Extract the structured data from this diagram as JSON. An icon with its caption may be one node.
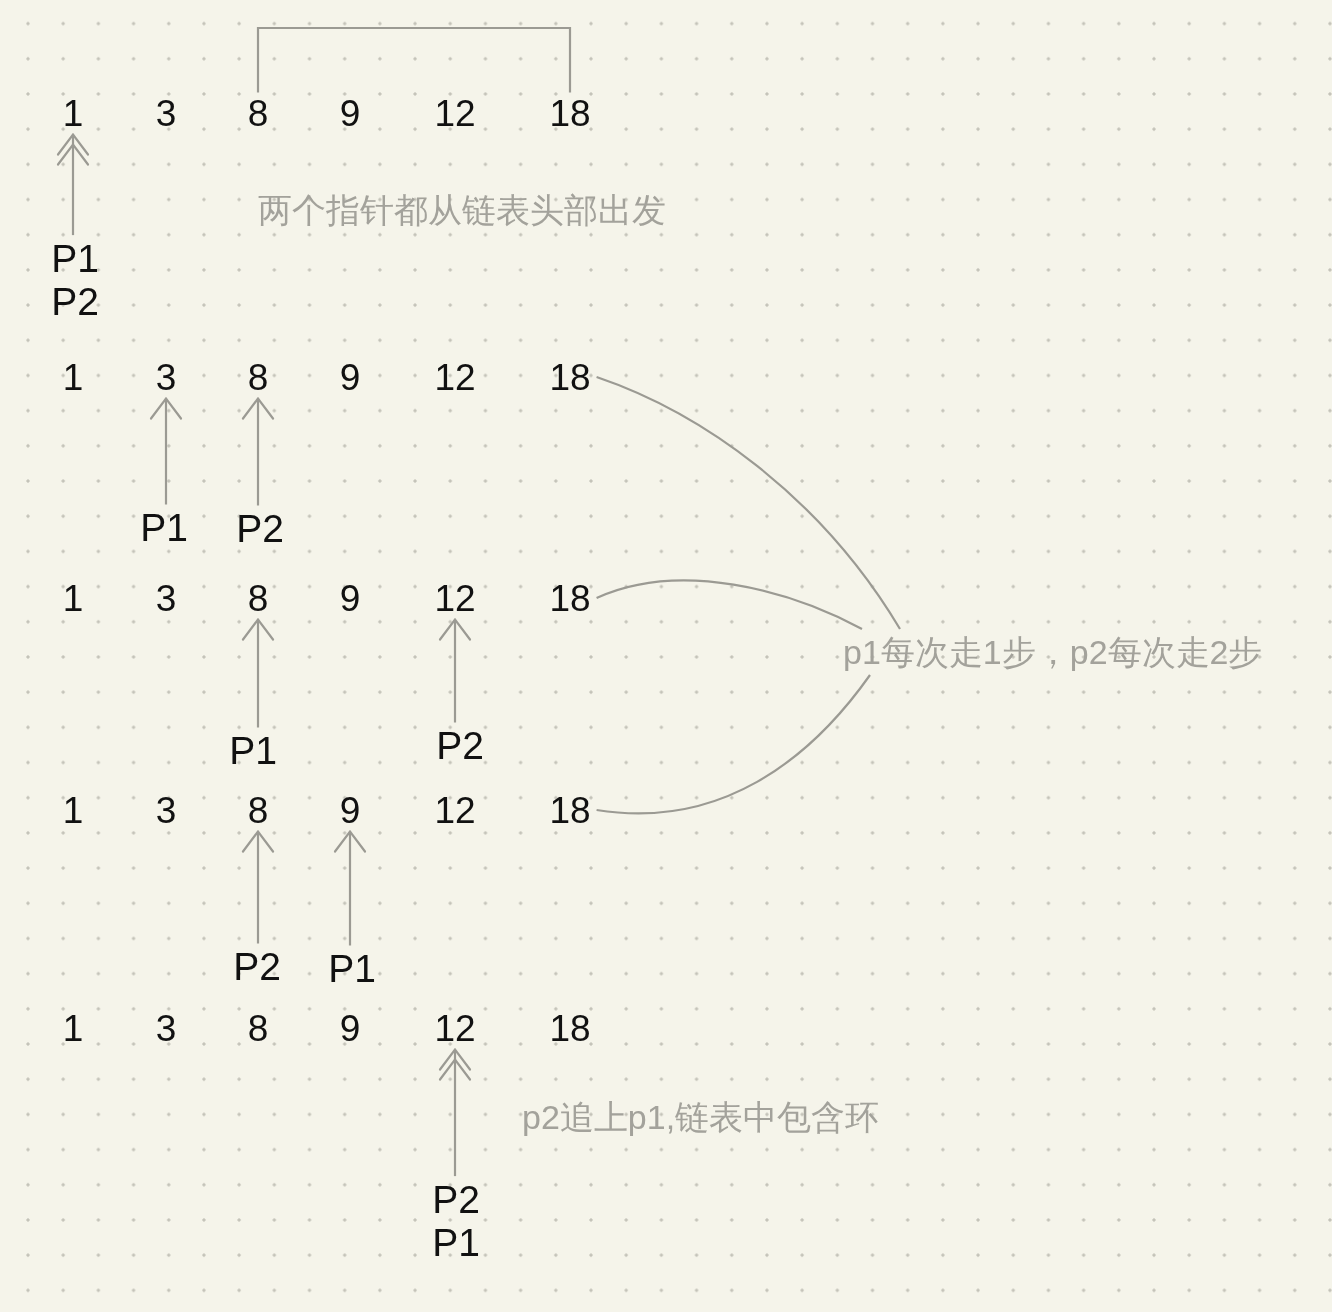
{
  "diagram": {
    "nodes": [
      {
        "text": [
          "1"
        ]
      },
      {
        "text": [
          "3"
        ]
      },
      {
        "text": [
          "8"
        ]
      },
      {
        "text": [
          "9"
        ]
      },
      {
        "text": [
          "12"
        ]
      },
      {
        "text": [
          "18"
        ]
      },
      {
        "text": [
          "P1",
          "P2"
        ]
      },
      {
        "text": [
          "1"
        ]
      },
      {
        "text": [
          "3"
        ]
      },
      {
        "text": [
          "8"
        ]
      },
      {
        "text": [
          "9"
        ]
      },
      {
        "text": [
          "12"
        ]
      },
      {
        "text": [
          "18"
        ]
      },
      {
        "text": [
          "P1"
        ]
      },
      {
        "text": [
          "P2"
        ]
      },
      {
        "text": [
          "1"
        ]
      },
      {
        "text": [
          "3"
        ]
      },
      {
        "text": [
          "8"
        ]
      },
      {
        "text": [
          "9"
        ]
      },
      {
        "text": [
          "12"
        ]
      },
      {
        "text": [
          "18"
        ]
      },
      {
        "text": [
          "P1"
        ]
      },
      {
        "text": [
          "P2"
        ]
      },
      {
        "text": [
          "1"
        ]
      },
      {
        "text": [
          "3"
        ]
      },
      {
        "text": [
          "8"
        ]
      },
      {
        "text": [
          "9"
        ]
      },
      {
        "text": [
          "12"
        ]
      },
      {
        "text": [
          "18"
        ]
      },
      {
        "text": [
          "P2"
        ]
      },
      {
        "text": [
          "P1"
        ]
      },
      {
        "text": [
          "1"
        ]
      },
      {
        "text": [
          "3"
        ]
      },
      {
        "text": [
          "8"
        ]
      },
      {
        "text": [
          "9"
        ]
      },
      {
        "text": [
          "12"
        ]
      },
      {
        "text": [
          "18"
        ]
      },
      {
        "text": [
          "P2",
          "P1"
        ]
      },
      {
        "text": [
          "p1每次走1步，p2每次走2步"
        ]
      }
    ],
    "edges": [
      {
        "from": 5,
        "to": 2,
        "arrow": "none"
      },
      {
        "from": 6,
        "to": 0,
        "arrow": "to"
      },
      {
        "from": 13,
        "to": 8,
        "arrow": "to"
      },
      {
        "from": 14,
        "to": 9,
        "arrow": "to"
      },
      {
        "from": 21,
        "to": 17,
        "arrow": "to"
      },
      {
        "from": 22,
        "to": 19,
        "arrow": "to"
      },
      {
        "from": 29,
        "to": 25,
        "arrow": "to"
      },
      {
        "from": 30,
        "to": 26,
        "arrow": "to"
      },
      {
        "from": 37,
        "to": 35,
        "arrow": "to"
      },
      {
        "from": 38,
        "to": 12,
        "arrow": "none"
      },
      {
        "from": 38,
        "to": 20,
        "arrow": "none"
      },
      {
        "from": 38,
        "to": 28,
        "arrow": "none"
      }
    ],
    "labels": [
      "两个指针都从链表头部出发",
      "p2追上p1,链表中包含环"
    ]
  }
}
